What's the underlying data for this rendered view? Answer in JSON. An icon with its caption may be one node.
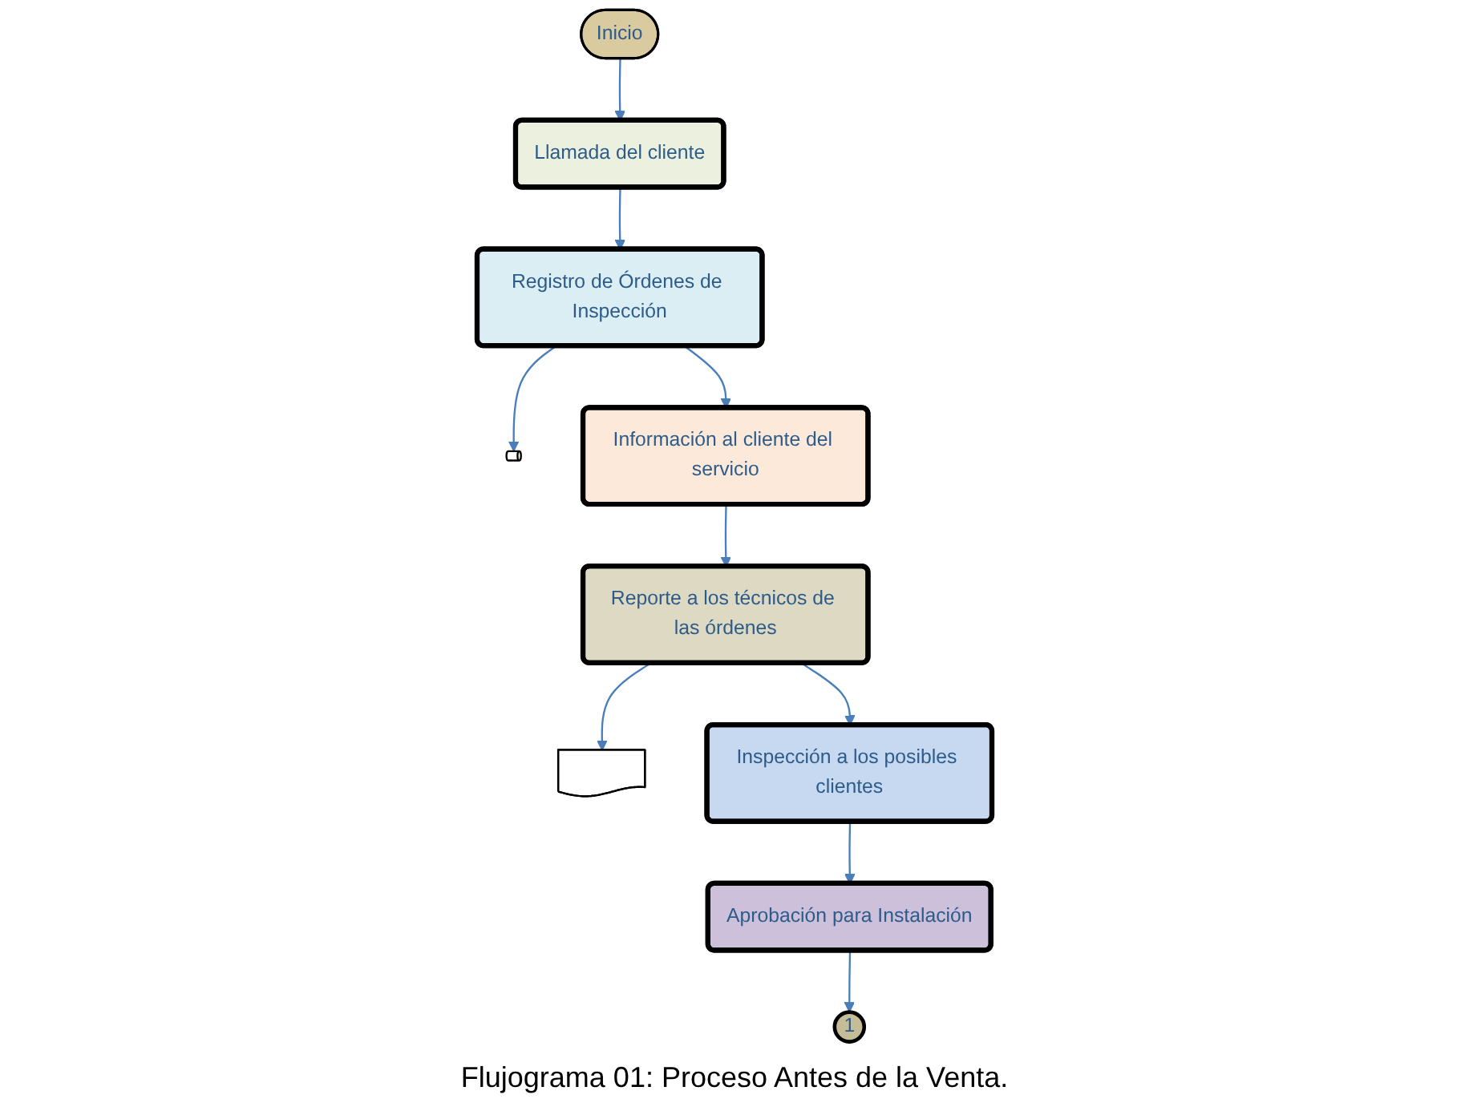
{
  "diagram": {
    "caption": "Flujograma 01: Proceso Antes de la Venta.",
    "nodes": [
      {
        "text": [
          "Inicio"
        ]
      },
      {
        "text": [
          "Llamada del cliente"
        ]
      },
      {
        "text": [
          "Registro de Órdenes de Inspección"
        ]
      },
      {
        "text": [],
        "shape": "cylinder"
      },
      {
        "text": [
          "Información al cliente del servicio"
        ]
      },
      {
        "text": [
          "Reporte a los técnicos de las órdenes"
        ]
      },
      {
        "text": [],
        "shape": "document"
      },
      {
        "text": [
          "Inspección a los posibles clientes"
        ]
      },
      {
        "text": [
          "Aprobación para Instalación"
        ]
      },
      {
        "text": [
          "1"
        ]
      }
    ],
    "edges": [
      {
        "from": 0,
        "to": 1,
        "arrow": "to"
      },
      {
        "from": 1,
        "to": 2,
        "arrow": "to"
      },
      {
        "from": 2,
        "to": 3,
        "arrow": "to"
      },
      {
        "from": 2,
        "to": 4,
        "arrow": "to"
      },
      {
        "from": 4,
        "to": 5,
        "arrow": "to"
      },
      {
        "from": 5,
        "to": 6,
        "arrow": "to"
      },
      {
        "from": 5,
        "to": 7,
        "arrow": "to"
      },
      {
        "from": 7,
        "to": 8,
        "arrow": "to"
      },
      {
        "from": 8,
        "to": 9,
        "arrow": "to"
      }
    ]
  }
}
